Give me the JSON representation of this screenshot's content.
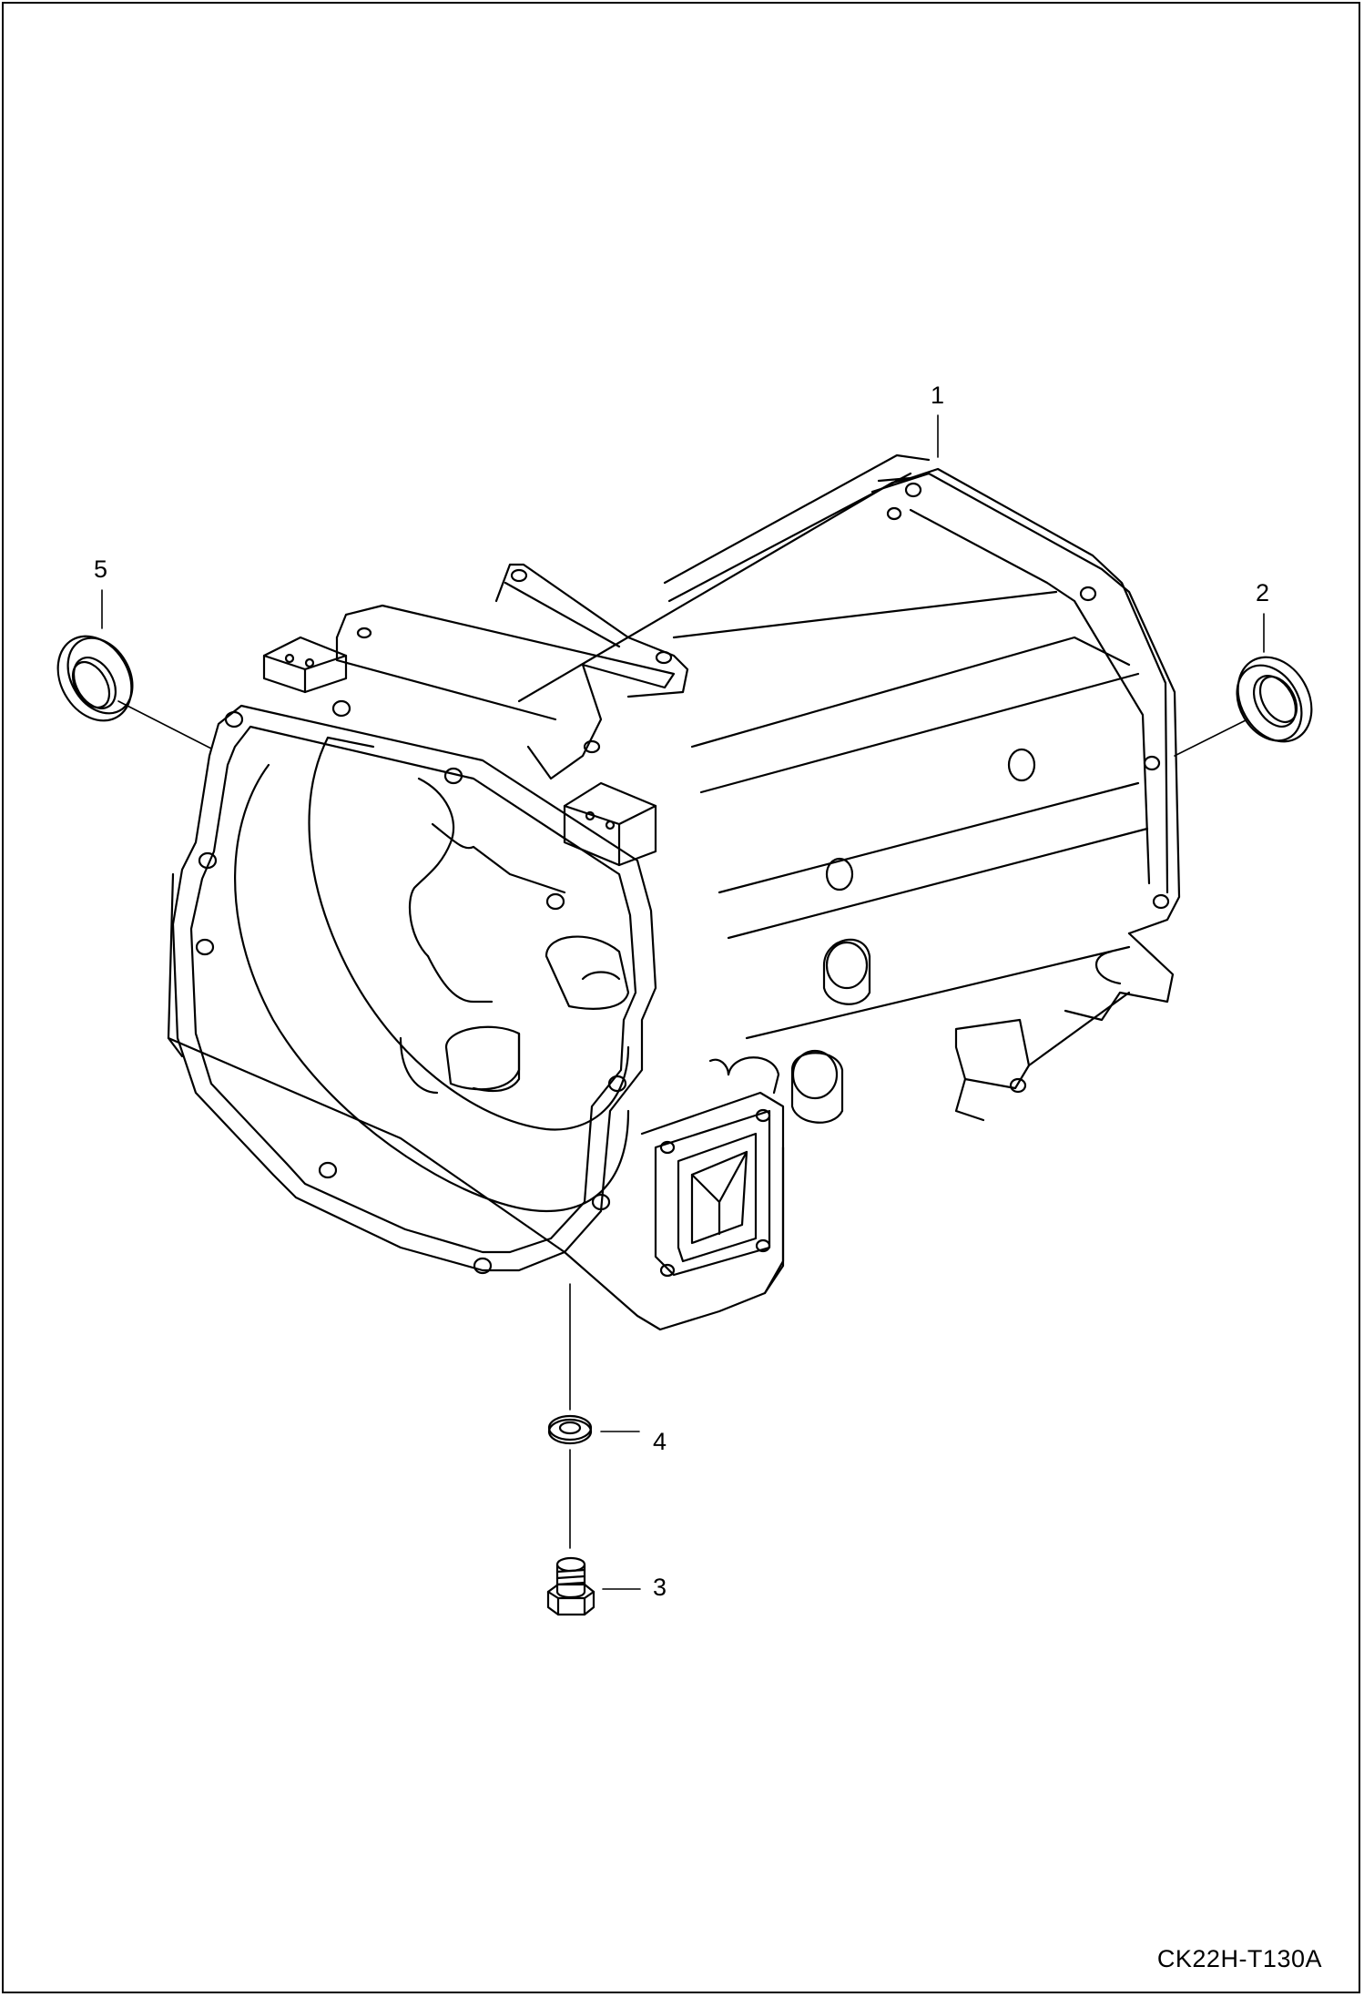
{
  "drawing_code": "CK22H-T130A",
  "callouts": [
    {
      "id": "1",
      "part": "transmission-case"
    },
    {
      "id": "2",
      "part": "oil-seal"
    },
    {
      "id": "3",
      "part": "drain-plug"
    },
    {
      "id": "4",
      "part": "washer"
    },
    {
      "id": "5",
      "part": "oil-seal"
    }
  ],
  "colors": {
    "line": "#000000",
    "background": "#ffffff"
  }
}
